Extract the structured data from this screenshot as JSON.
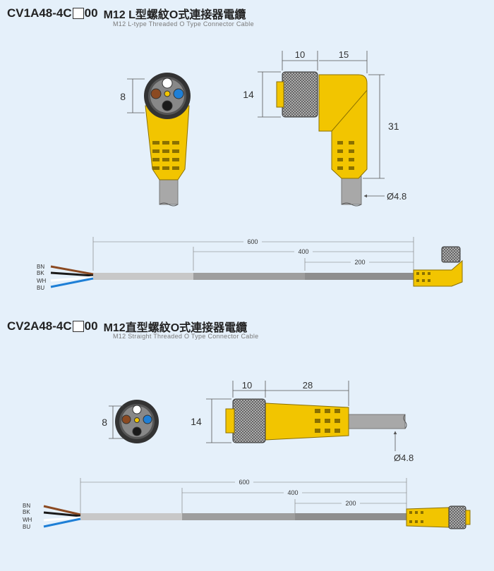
{
  "section1": {
    "code_prefix": "CV1A48-4C",
    "code_suffix": "00",
    "name": "M12 L型螺紋O式連接器電纜",
    "subtitle": "M12 L-type Threaded O Type Connector Cable",
    "dims": {
      "face_height": "8",
      "nut_width": "10",
      "body_width": "15",
      "nut_height": "14",
      "total_height": "31",
      "cable_dia": "Ø4.8"
    },
    "cable": {
      "len_total": "600",
      "len_mid": "400",
      "len_short": "200",
      "wires": [
        "BN",
        "BK",
        "WH",
        "BU"
      ]
    }
  },
  "section2": {
    "code_prefix": "CV2A48-4C",
    "code_suffix": "00",
    "name": "M12直型螺紋O式連接器電纜",
    "subtitle": "M12 Straight Threaded O Type Connector Cable",
    "dims": {
      "face_height": "8",
      "nut_width": "10",
      "body_width": "28",
      "nut_height": "14",
      "cable_dia": "Ø4.8"
    },
    "cable": {
      "len_total": "600",
      "len_mid": "400",
      "len_short": "200",
      "wires": [
        "BN",
        "BK",
        "WH",
        "BU"
      ]
    }
  },
  "colors": {
    "background": "#e5f0fa",
    "connector_yellow": "#f2c500",
    "cable_light": "#c8c8c8",
    "cable_dark": "#9a9a9a",
    "wire_brown": "#8b4a22",
    "wire_black": "#1a1a1a",
    "wire_white": "#ffffff",
    "wire_blue": "#1e7fd6"
  }
}
